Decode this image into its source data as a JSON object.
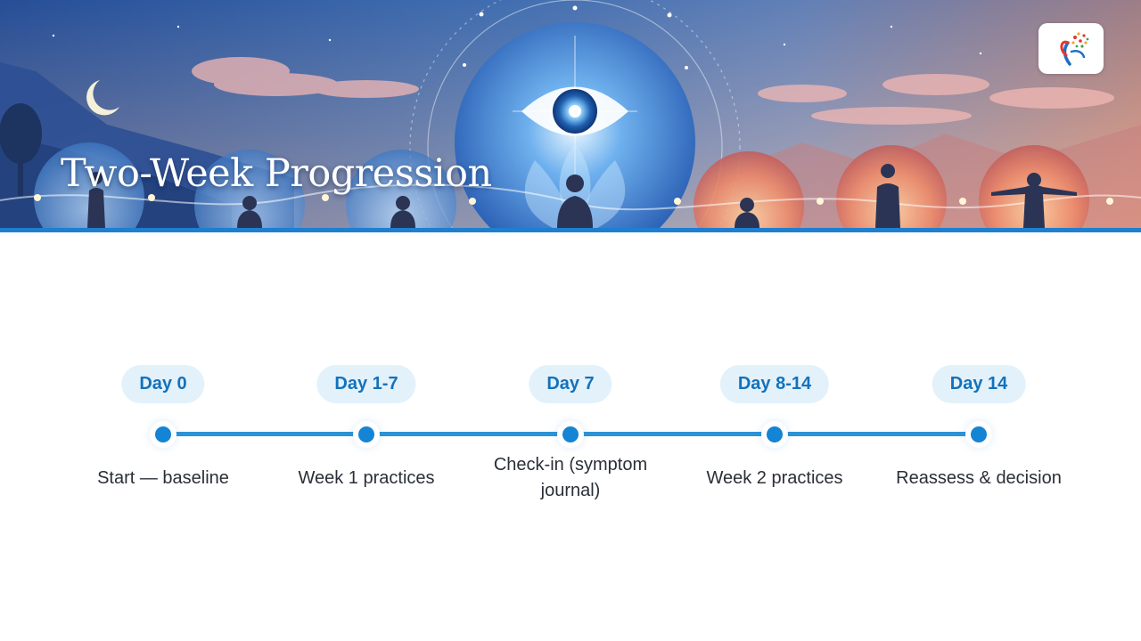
{
  "slide": {
    "title": "Two-Week Progression",
    "accent_color": "#1e7fcf",
    "pill_background": "#e3f1fb",
    "pill_text_color": "#1372bb",
    "logo_icon": "tree-logo-icon"
  },
  "timeline": {
    "milestones": [
      {
        "label": "Day 0",
        "caption": "Start — baseline"
      },
      {
        "label": "Day 1-7",
        "caption": "Week 1 practices"
      },
      {
        "label": "Day 7",
        "caption": "Check-in (symptom journal)"
      },
      {
        "label": "Day 8-14",
        "caption": "Week 2 practices"
      },
      {
        "label": "Day 14",
        "caption": "Reassess & decision"
      }
    ]
  }
}
